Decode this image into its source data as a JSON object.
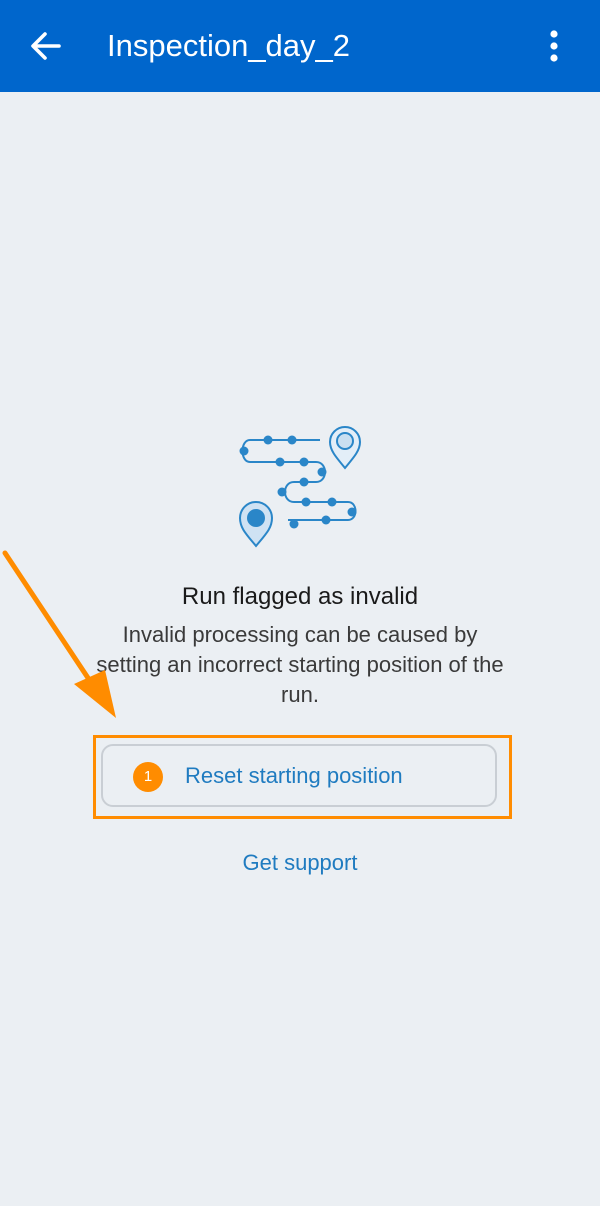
{
  "header": {
    "title": "Inspection_day_2",
    "back_icon": "arrow-left-icon",
    "menu_icon": "more-vertical-icon",
    "background_color": "#0066cc"
  },
  "main": {
    "illustration_icon": "route-with-location-pins-icon",
    "heading": "Run flagged as invalid",
    "description": "Invalid processing can be caused by setting an incorrect starting position of the run.",
    "primary_action": {
      "label": "Reset starting position"
    },
    "secondary_action": {
      "label": "Get support"
    }
  },
  "annotation": {
    "step_number": "1",
    "color": "#ff8c00"
  },
  "colors": {
    "accent": "#1f7bc0",
    "background": "#ebeff3"
  }
}
